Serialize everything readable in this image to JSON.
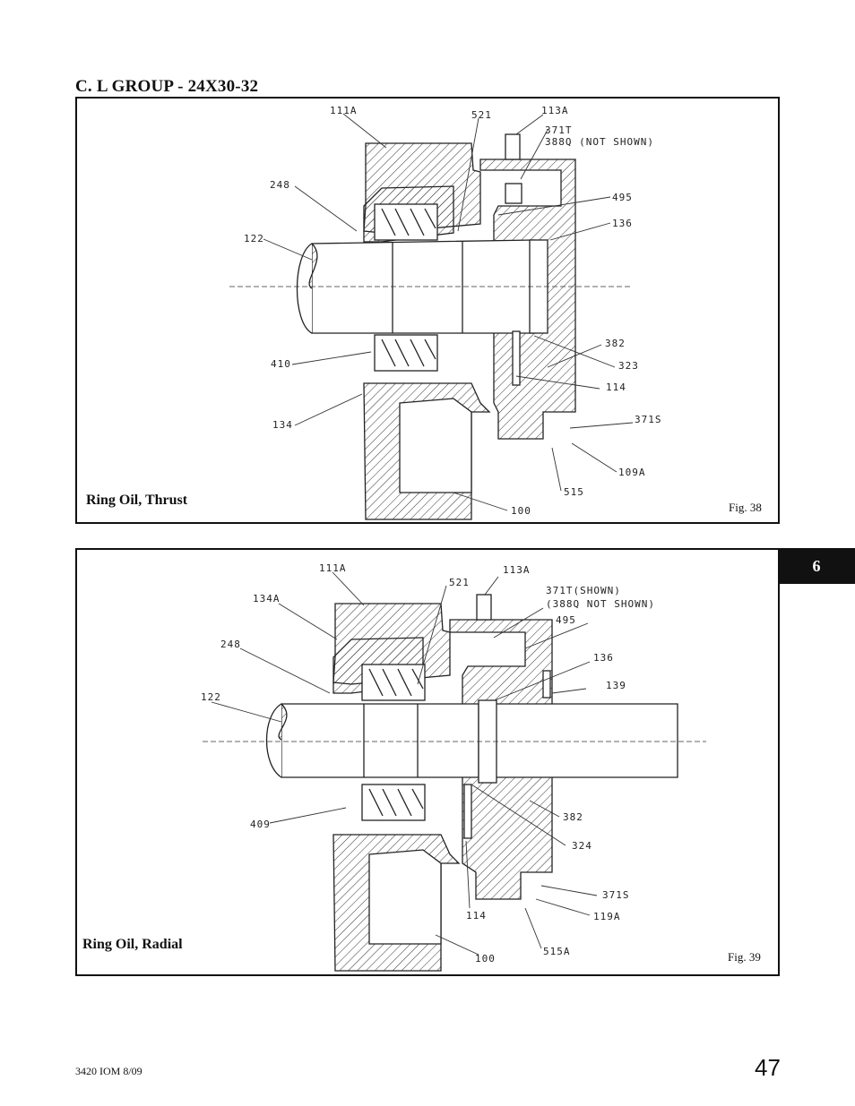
{
  "page": {
    "section_title": "C.  L GROUP - 24X30-32",
    "section_tab": "6",
    "footer_doc": "3420 IOM  8/09",
    "page_number": "47"
  },
  "figures": [
    {
      "caption": "Ring Oil, Thrust",
      "fig_no": "Fig. 38",
      "labels": [
        "111A",
        "521",
        "113A",
        "371T",
        "388Q (NOT SHOWN)",
        "248",
        "495",
        "136",
        "122",
        "382",
        "410",
        "323",
        "114",
        "134",
        "371S",
        "109A",
        "515",
        "100"
      ]
    },
    {
      "caption": "Ring Oil, Radial",
      "fig_no": "Fig. 39",
      "labels": [
        "111A",
        "521",
        "113A",
        "371T(SHOWN)",
        "(388Q NOT SHOWN)",
        "134A",
        "495",
        "248",
        "136",
        "139",
        "122",
        "382",
        "409",
        "324",
        "371S",
        "119A",
        "114",
        "515A",
        "100"
      ]
    }
  ]
}
